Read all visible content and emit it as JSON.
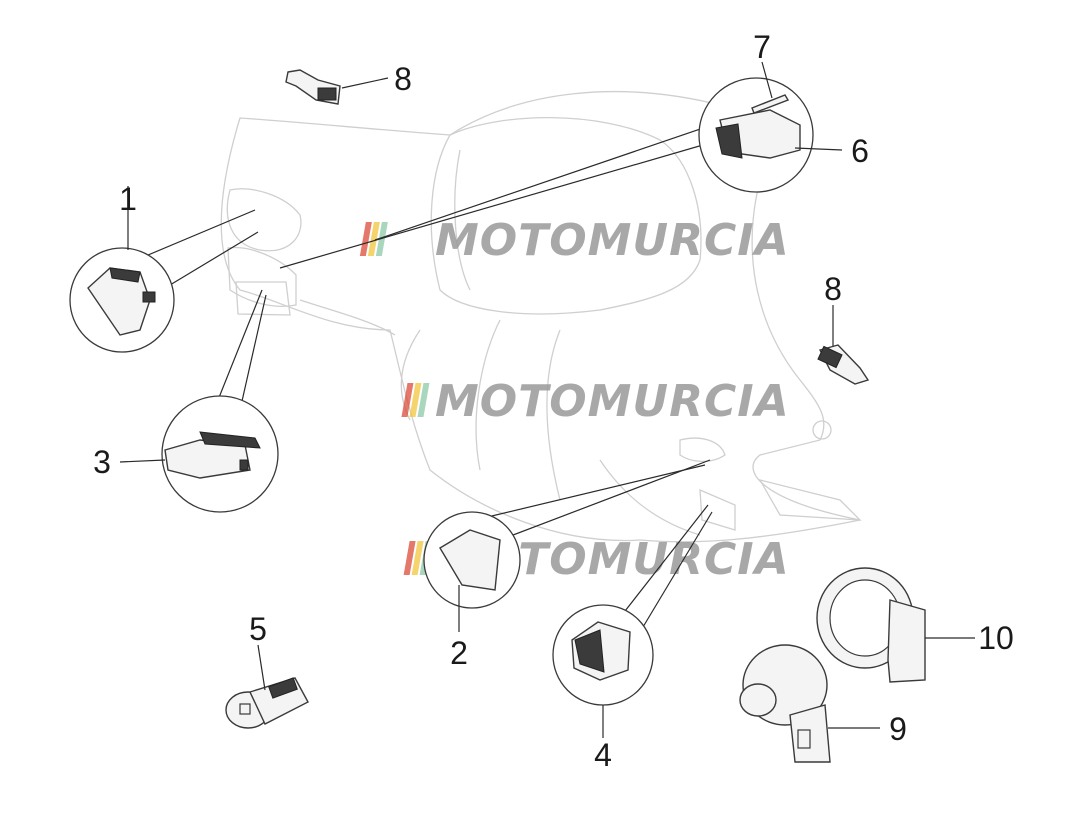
{
  "diagram": {
    "callouts": [
      "1",
      "2",
      "3",
      "4",
      "5",
      "6",
      "7",
      "8",
      "8",
      "9",
      "10"
    ],
    "watermark": "MOTOMURCIA",
    "watermark_stripe_colors": [
      "#d94b3a",
      "#f2c53d",
      "#8cc9a7"
    ]
  }
}
